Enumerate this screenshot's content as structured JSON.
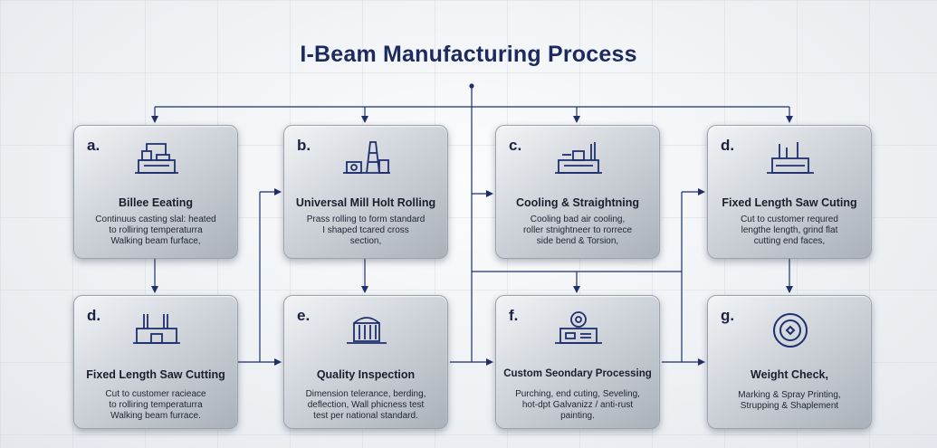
{
  "title": "I-Beam Manufacturing Process",
  "cards": [
    {
      "letter": "a.",
      "title": "Billee Eeating",
      "desc": "Continuus casting slal: heated\nto rolliring temperaturra\nWalking beam furface,",
      "icon": "furnace-icon"
    },
    {
      "letter": "b.",
      "title": "Universal Mill Holt Rolling",
      "desc": "Prass rolling to form standard\nI shaped tcared cross\nsection,",
      "icon": "rolling-mill-icon"
    },
    {
      "letter": "c.",
      "title": "Cooling & Straightning",
      "desc": "Cooling bad air cooling,\nroller stnightneer to rorrece\nside bend & Torsion,",
      "icon": "cooling-plant-icon"
    },
    {
      "letter": "d.",
      "title": "Fixed Length Saw Cuting",
      "desc": "Cut to customer requred\nlengthe length, grind flat\ncutting end faces,",
      "icon": "saw-factory-icon"
    },
    {
      "letter": "d.",
      "title": "Fixed Length Saw Cutting",
      "desc": "Cut to customer racieace\nto rolliring temperaturra\nWalking beam furrace.",
      "icon": "factory-icon"
    },
    {
      "letter": "e.",
      "title": "Quality Inspection",
      "desc": "Dimension telerance, berding,\ndeflection, Wall phicness test\ntest per national standard.",
      "icon": "inspection-building-icon"
    },
    {
      "letter": "f.",
      "title": "Custom Seondary Processing",
      "desc": "Purching, end cuting, Seveling,\nhot-dpt Galvanizz / anti-rust\npainting.",
      "icon": "processing-machine-icon"
    },
    {
      "letter": "g.",
      "title": "Weight Check,",
      "desc": "Marking & Spray Printing,\nStrupping & Shaplement",
      "icon": "weight-check-icon"
    }
  ]
}
